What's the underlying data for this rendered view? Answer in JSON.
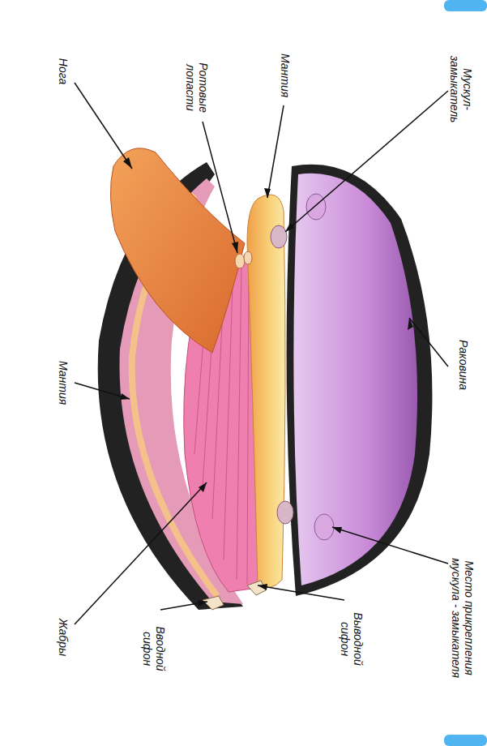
{
  "diagram": {
    "labels": [
      "Нога",
      "Ротовые лопасти",
      "Мантия",
      "Мускул-замыкатель",
      "Раковина",
      "Мантия",
      "Место прикрепления мускула - замыкателя",
      "Жабры",
      "Вводной сифон",
      "Выводной сифон"
    ]
  }
}
